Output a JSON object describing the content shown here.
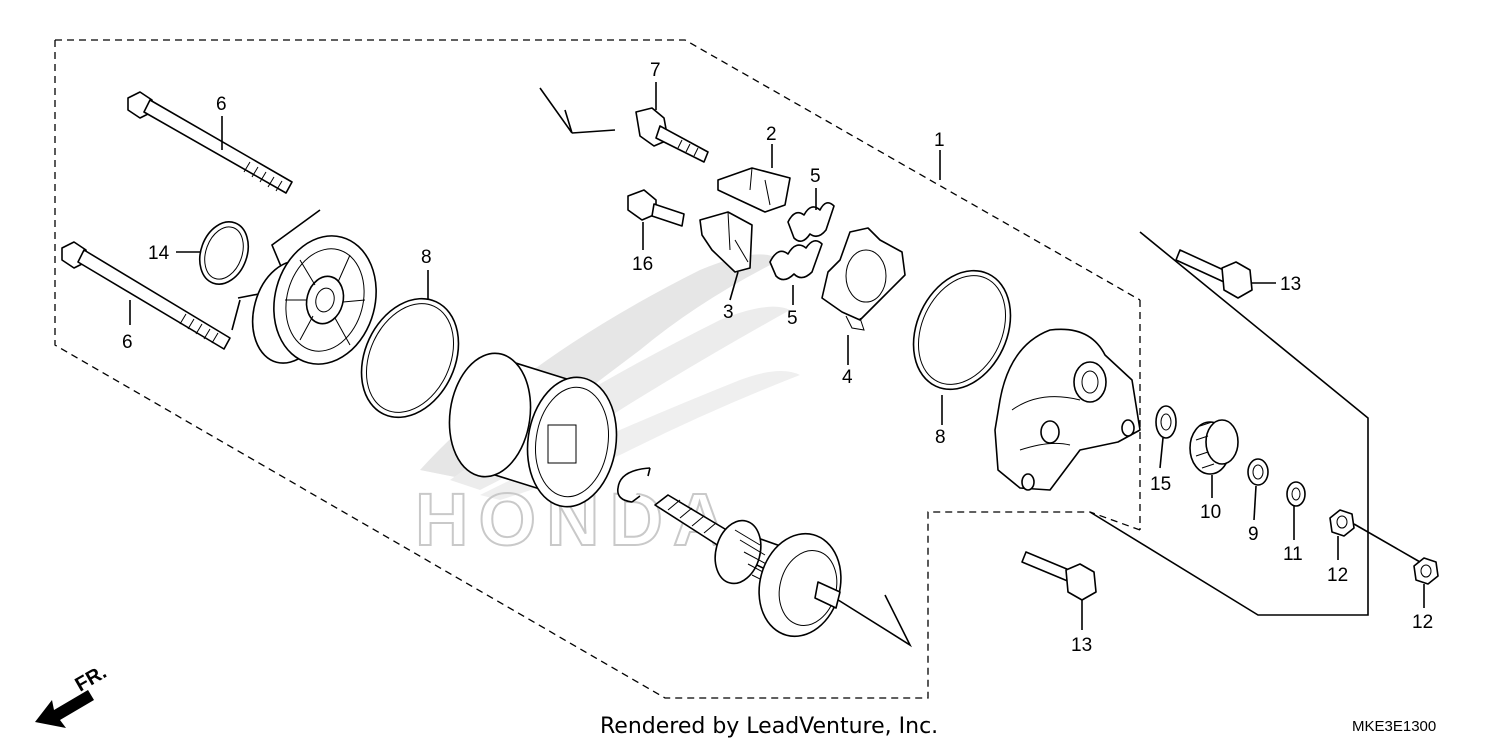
{
  "diagram": {
    "watermark": "HONDA",
    "direction_label": "FR.",
    "credit": "Rendered by LeadVenture, Inc.",
    "drawing_code": "MKE3E1300",
    "callouts": {
      "c1": "1",
      "c2": "2",
      "c3": "3",
      "c4": "4",
      "c5a": "5",
      "c5b": "5",
      "c6a": "6",
      "c6b": "6",
      "c7": "7",
      "c8a": "8",
      "c8b": "8",
      "c9": "9",
      "c10": "10",
      "c11": "11",
      "c12a": "12",
      "c12b": "12",
      "c13a": "13",
      "c13b": "13",
      "c14": "14",
      "c15": "15",
      "c16": "16"
    }
  }
}
